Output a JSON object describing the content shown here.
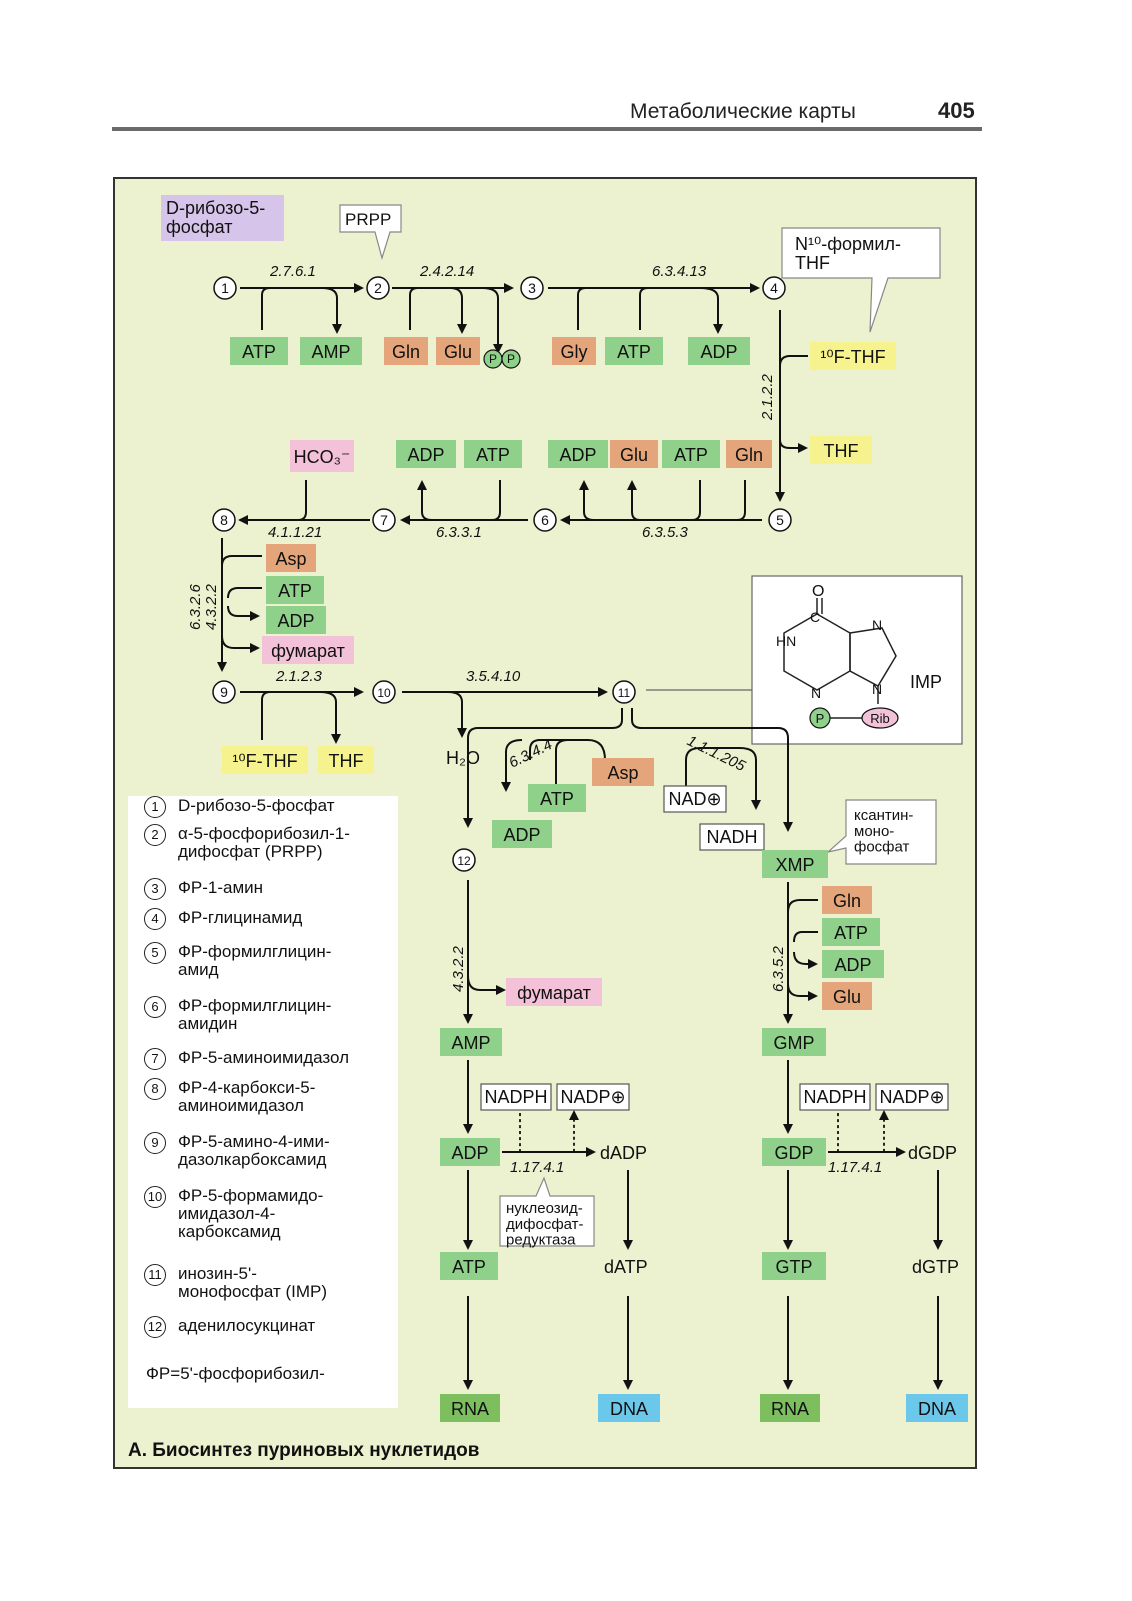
{
  "header": {
    "title": "Метаболические карты",
    "page_number": "405"
  },
  "caption": "А. Биосинтез пуриновых нуклетидов",
  "nodes": [
    "1",
    "2",
    "3",
    "4",
    "5",
    "6",
    "7",
    "8",
    "9",
    "10",
    "11",
    "12"
  ],
  "enzymes": [
    "2.7.6.1",
    "2.4.2.14",
    "6.3.4.13",
    "2.1.2.2",
    "6.3.5.3",
    "6.3.3.1",
    "4.1.1.21",
    "6.3.2.6",
    "4.3.2.2",
    "2.1.2.3",
    "3.5.4.10",
    "6.3.4.4",
    "1.1.1.205",
    "4.3.2.2",
    "6.3.5.2",
    "1.17.4.1",
    "1.17.4.1"
  ],
  "callouts": {
    "ribose": "D-рибозо-5-\nфосфат",
    "prpp": "PRPP",
    "n10": "N¹⁰-формил-\nTHF",
    "xmp": "ксантин-\nмоно-\nфосфат",
    "reductase": "нуклеозид-\nдифосфат-\nредуктаза",
    "imp": "IMP"
  },
  "chips": {
    "atp": "ATP",
    "amp": "AMP",
    "gln": "Gln",
    "glu": "Glu",
    "pp": "PP",
    "gly": "Gly",
    "adp": "ADP",
    "f10thf": "¹⁰F-THF",
    "thf": "THF",
    "hco3": "HCO₃⁻",
    "asp": "Asp",
    "fumarate": "фумарат",
    "h2o": "H₂O",
    "nad": "NAD⊕",
    "nadh": "NADH",
    "xmp": "XMP",
    "gmp": "GMP",
    "gdp": "GDP",
    "gtp": "GTP",
    "dadp": "dADP",
    "datp": "dATP",
    "dgdp": "dGDP",
    "dgtp": "dGTP",
    "nadph": "NADPH",
    "nadp": "NADP⊕",
    "rna": "RNA",
    "dna": "DNA",
    "p": "P",
    "rib": "Rib",
    "o": "O",
    "hn": "HN",
    "n": "N",
    "c": "C"
  },
  "legend": {
    "items": [
      {
        "num": "1",
        "text": "D-рибозо-5-фосфат"
      },
      {
        "num": "2",
        "text": "α-5-фосфорибозил-1-\nдифосфат (PRPP)"
      },
      {
        "num": "3",
        "text": "ФР-1-амин"
      },
      {
        "num": "4",
        "text": "ФР-глицинамид"
      },
      {
        "num": "5",
        "text": "ФР-формилглицин-\nамид"
      },
      {
        "num": "6",
        "text": "ФР-формилглицин-\nамидин"
      },
      {
        "num": "7",
        "text": "ФР-5-аминоимидазол"
      },
      {
        "num": "8",
        "text": "ФР-4-карбокси-5-\nаминоимидазол"
      },
      {
        "num": "9",
        "text": "ФР-5-амино-4-ими-\nдазолкарбоксамид"
      },
      {
        "num": "10",
        "text": "ФР-5-формамидо-\nимидазол-4-\nкарбоксамид"
      },
      {
        "num": "11",
        "text": "инозин-5'-\nмонофосфат (IMP)"
      },
      {
        "num": "12",
        "text": "аденилосукцинат"
      }
    ],
    "note": "ФР=5'-фосфорибозил-"
  },
  "colors": {
    "background": "#ecf2cf",
    "green": "#8fd08a",
    "orange": "#e3a579",
    "yellow": "#f6f38e",
    "pink": "#f4c2d8",
    "lavender": "#d6c4ea",
    "rna": "#7dbf5e",
    "dna": "#6cc8ea"
  }
}
